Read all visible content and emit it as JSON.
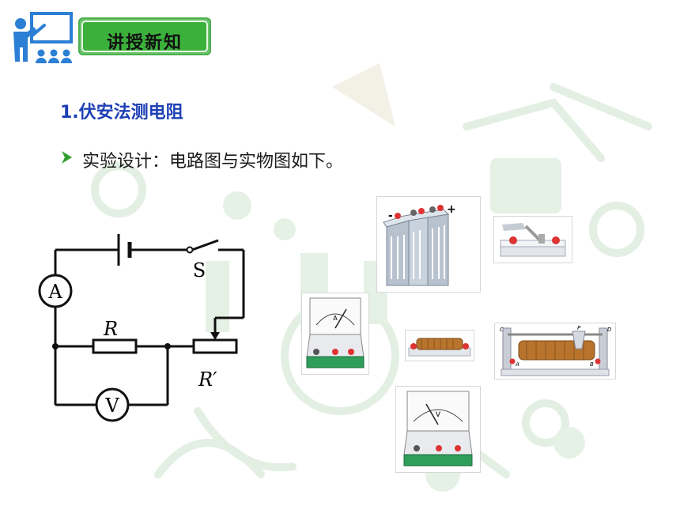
{
  "header": {
    "badge_label": "讲授新知"
  },
  "section": {
    "title": "1.伏安法测电阻"
  },
  "bullet": {
    "text": "实验设计：电路图与实物图如下。"
  },
  "circuit": {
    "ammeter": "A",
    "voltmeter": "V",
    "switch_label": "S",
    "resistor_label": "R",
    "rheostat_label": "R′"
  },
  "apparatus": {
    "battery_minus": "-",
    "battery_plus": "+",
    "ammeter_face": "A",
    "voltmeter_face": "V",
    "rheostat_c": "C",
    "rheostat_d": "D",
    "rheostat_p": "P",
    "rheostat_a": "A",
    "rheostat_b": "B"
  },
  "colors": {
    "badge": "#3bb03b",
    "title": "#1d3fb5",
    "bullet_arrow": "#2e9e2e"
  }
}
